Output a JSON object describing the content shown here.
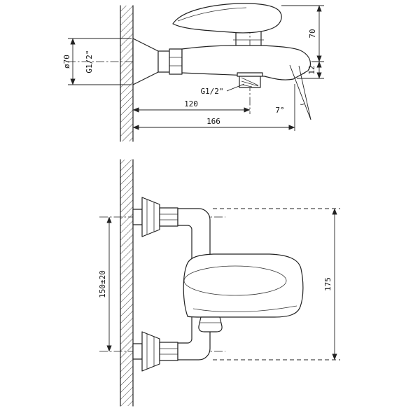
{
  "title": "wall-mounted bath mixer installation drawing",
  "views": {
    "side": {
      "dims": {
        "height": "70",
        "spout_drop": "12",
        "escutcheon_dia": "ø70",
        "wall_thread": "G1/2\"",
        "bottom_thread": "G1/2\"",
        "center_len": "120",
        "overall_len": "166",
        "spout_angle": "7°"
      }
    },
    "front": {
      "dims": {
        "mount_span": "150±20",
        "overall_height": "175"
      }
    }
  }
}
